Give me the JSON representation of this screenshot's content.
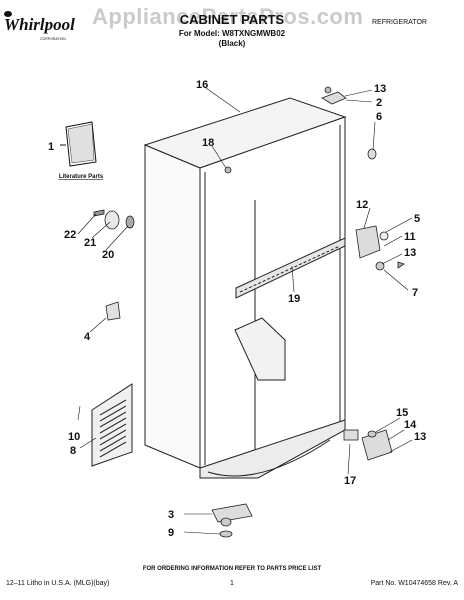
{
  "header": {
    "brand": "Whirlpool",
    "brand_sub": "CORPORATION",
    "title": "CABINET PARTS",
    "model_line": "For Model: W8TXNGMWB02",
    "color_line": "(Black)",
    "category": "REFRIGERATOR",
    "watermark": "AppliancePartsPros.com"
  },
  "labels": {
    "literature_parts": "Literature Parts"
  },
  "callouts": [
    "1",
    "2",
    "3",
    "4",
    "5",
    "6",
    "7",
    "8",
    "9",
    "10",
    "11",
    "12",
    "13",
    "13",
    "13",
    "14",
    "15",
    "16",
    "17",
    "18",
    "19",
    "20",
    "21",
    "22"
  ],
  "footer": {
    "ordering_note": "FOR ORDERING INFORMATION REFER TO PARTS PRICE LIST",
    "litho": "12–11 Litho in U.S.A. (MLG)(bay)",
    "page": "1",
    "part_no": "Part No. W10474658 Rev. A"
  }
}
